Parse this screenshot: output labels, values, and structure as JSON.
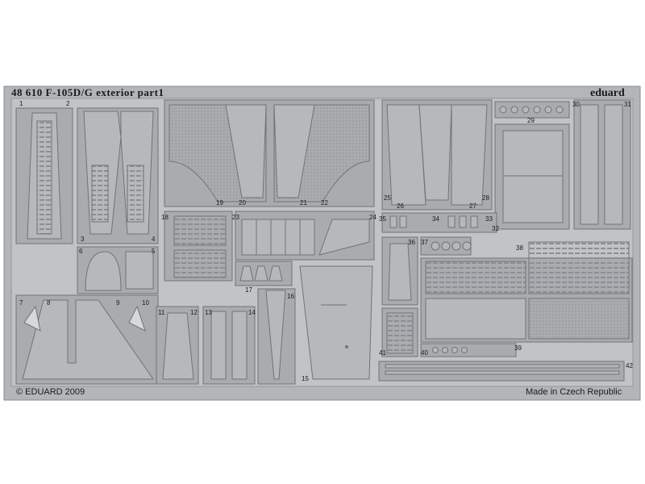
{
  "sheet": {
    "title": "48 610  F-105D/G exterior  part1",
    "brand": "eduard",
    "copyright": "© EDUARD 2009",
    "origin": "Made in Czech Republic"
  },
  "part_numbers": [
    "1",
    "2",
    "3",
    "4",
    "5",
    "6",
    "7",
    "8",
    "9",
    "10",
    "11",
    "12",
    "13",
    "14",
    "15",
    "16",
    "17",
    "18",
    "19",
    "20",
    "21",
    "22",
    "23",
    "24",
    "25",
    "26",
    "27",
    "28",
    "29",
    "30",
    "31",
    "32",
    "33",
    "34",
    "35",
    "36",
    "37",
    "38",
    "39",
    "40",
    "41",
    "42"
  ],
  "colors": {
    "metal": "#b3b6b8",
    "part": "#a9acaf",
    "edge": "#6f7377",
    "highlight": "#d6d8da",
    "background": "#ffffff"
  }
}
